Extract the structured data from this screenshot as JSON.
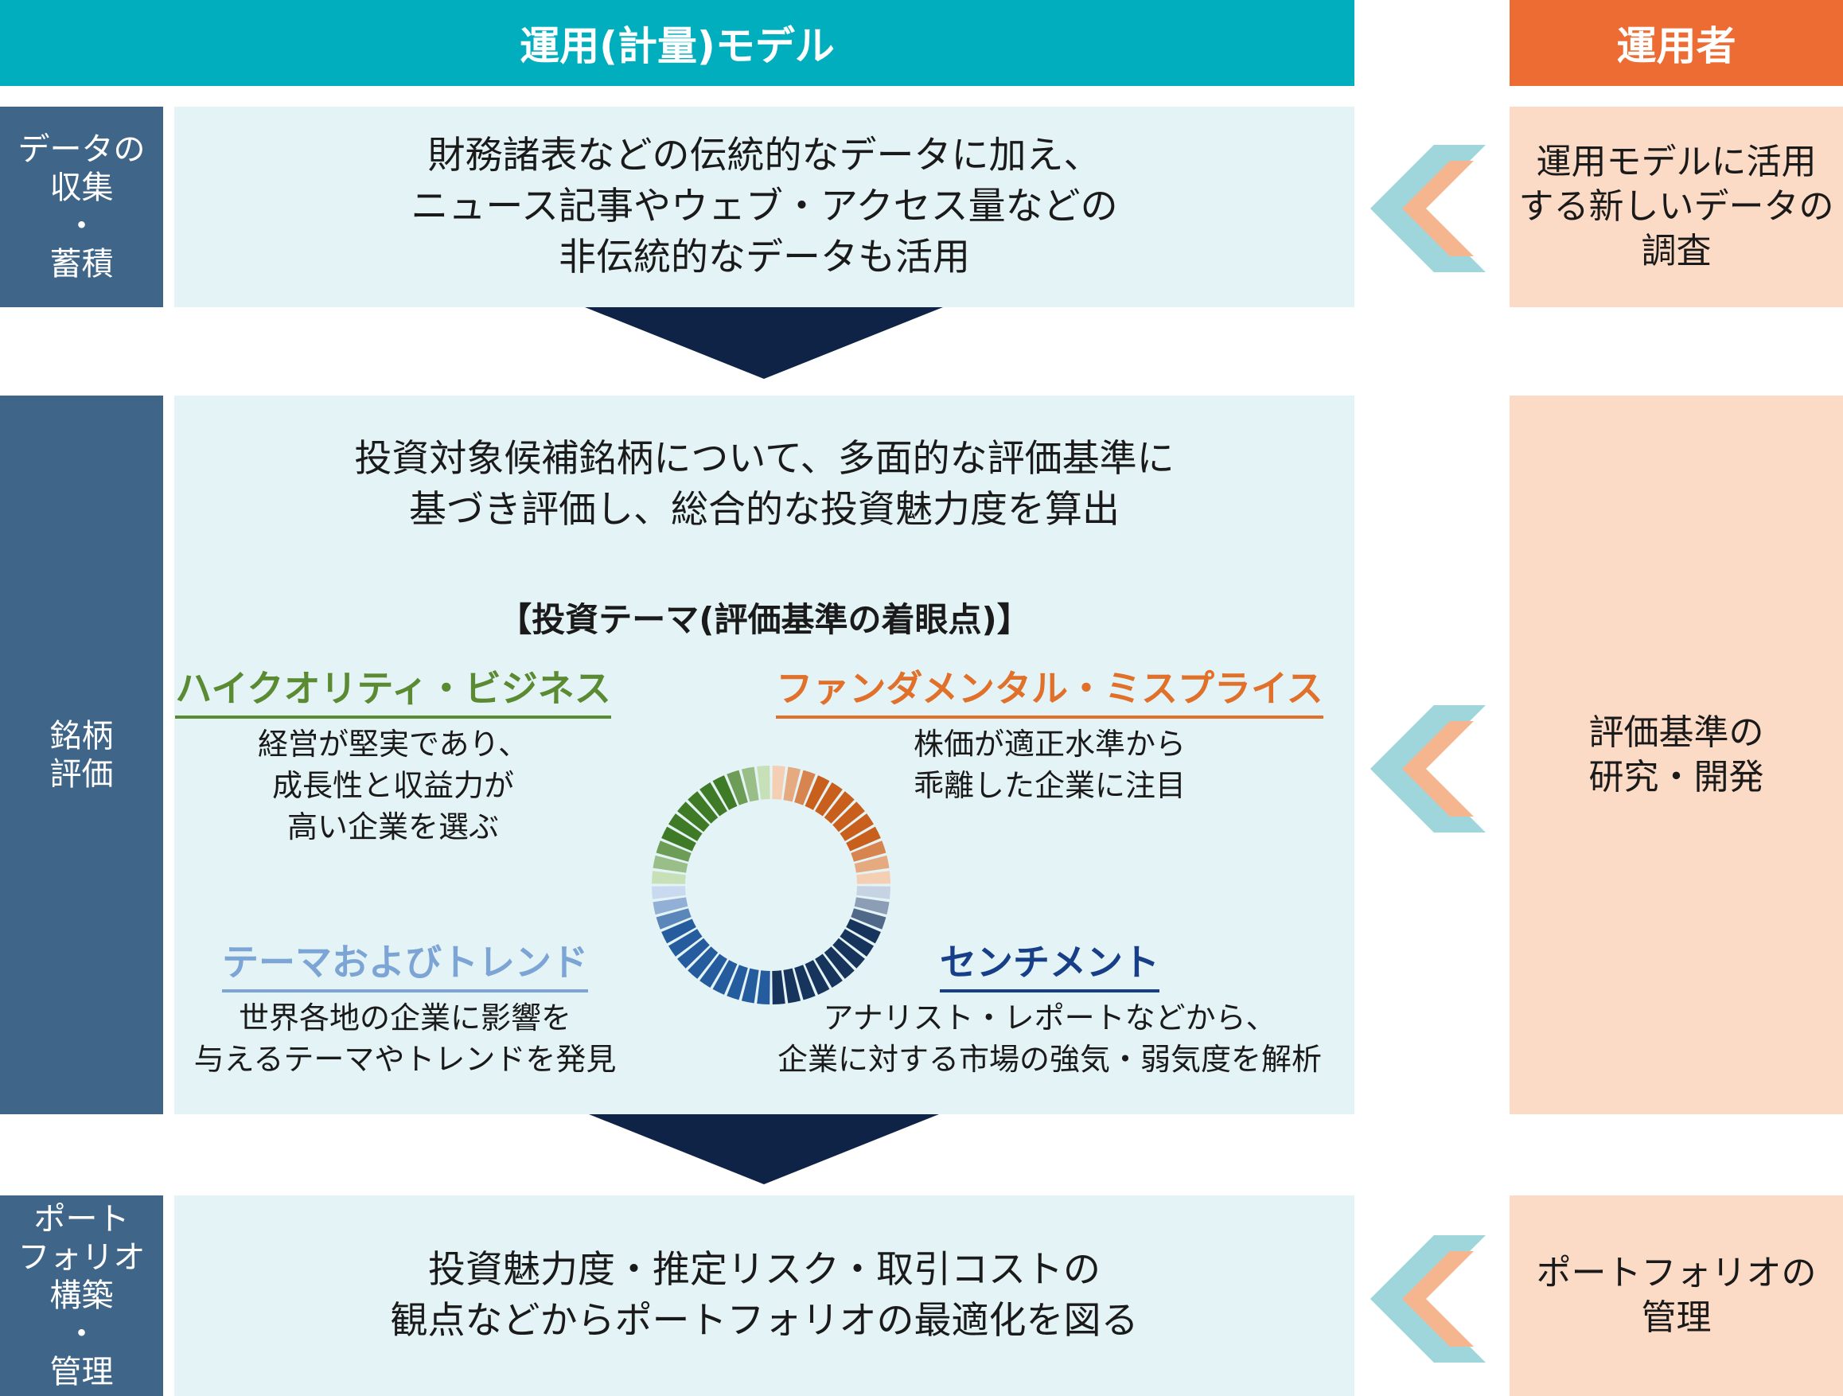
{
  "header": {
    "model_title": "運用(計量)モデル",
    "operator_title": "運用者"
  },
  "colors": {
    "header_teal": "#00aebe",
    "header_orange": "#ec6c33",
    "side_navy": "#3f6688",
    "panel_light_teal": "#e4f3f5",
    "panel_light_orange": "#fbdbc6",
    "arrow_dark_navy": "#0f2346",
    "green": "#5a8a32",
    "orange": "#e0702a",
    "light_blue": "#7ca4d4",
    "navy": "#173f87"
  },
  "rows": [
    {
      "side_lines": [
        "データの",
        "収集",
        "・",
        "蓄積"
      ],
      "main_lines": [
        "財務諸表などの伝統的なデータに加え、",
        "ニュース記事やウェブ・アクセス量などの",
        "非伝統的なデータも活用"
      ],
      "op_lines": [
        "運用モデルに活用",
        "する新しいデータの",
        "調査"
      ]
    },
    {
      "side_lines": [
        "銘柄",
        "評価"
      ],
      "main_lines": [
        "投資対象候補銘柄について、多面的な評価基準に",
        "基づき評価し、総合的な投資魅力度を算出"
      ],
      "op_lines": [
        "評価基準の",
        "研究・開発"
      ],
      "themes_heading": "【投資テーマ(評価基準の着眼点)】",
      "themes": [
        {
          "name": "ハイクオリティ・ビジネス",
          "desc_lines": [
            "経営が堅実であり、",
            "成長性と収益力が",
            "高い企業を選ぶ"
          ]
        },
        {
          "name": "ファンダメンタル・ミスプライス",
          "desc_lines": [
            "株価が適正水準から",
            "乖離した企業に注目"
          ]
        },
        {
          "name": "テーマおよびトレンド",
          "desc_lines": [
            "世界各地の企業に影響を",
            "与えるテーマやトレンドを発見"
          ]
        },
        {
          "name": "センチメント",
          "desc_lines": [
            "アナリスト・レポートなどから、",
            "企業に対する市場の強気・弱気度を解析"
          ]
        }
      ]
    },
    {
      "side_lines": [
        "ポート",
        "フォリオ",
        "構築",
        "・",
        "管理"
      ],
      "main_lines": [
        "投資魅力度・推定リスク・取引コストの",
        "観点などからポートフォリオの最適化を図る"
      ],
      "op_lines": [
        "ポートフォリオの",
        "管理"
      ]
    }
  ]
}
